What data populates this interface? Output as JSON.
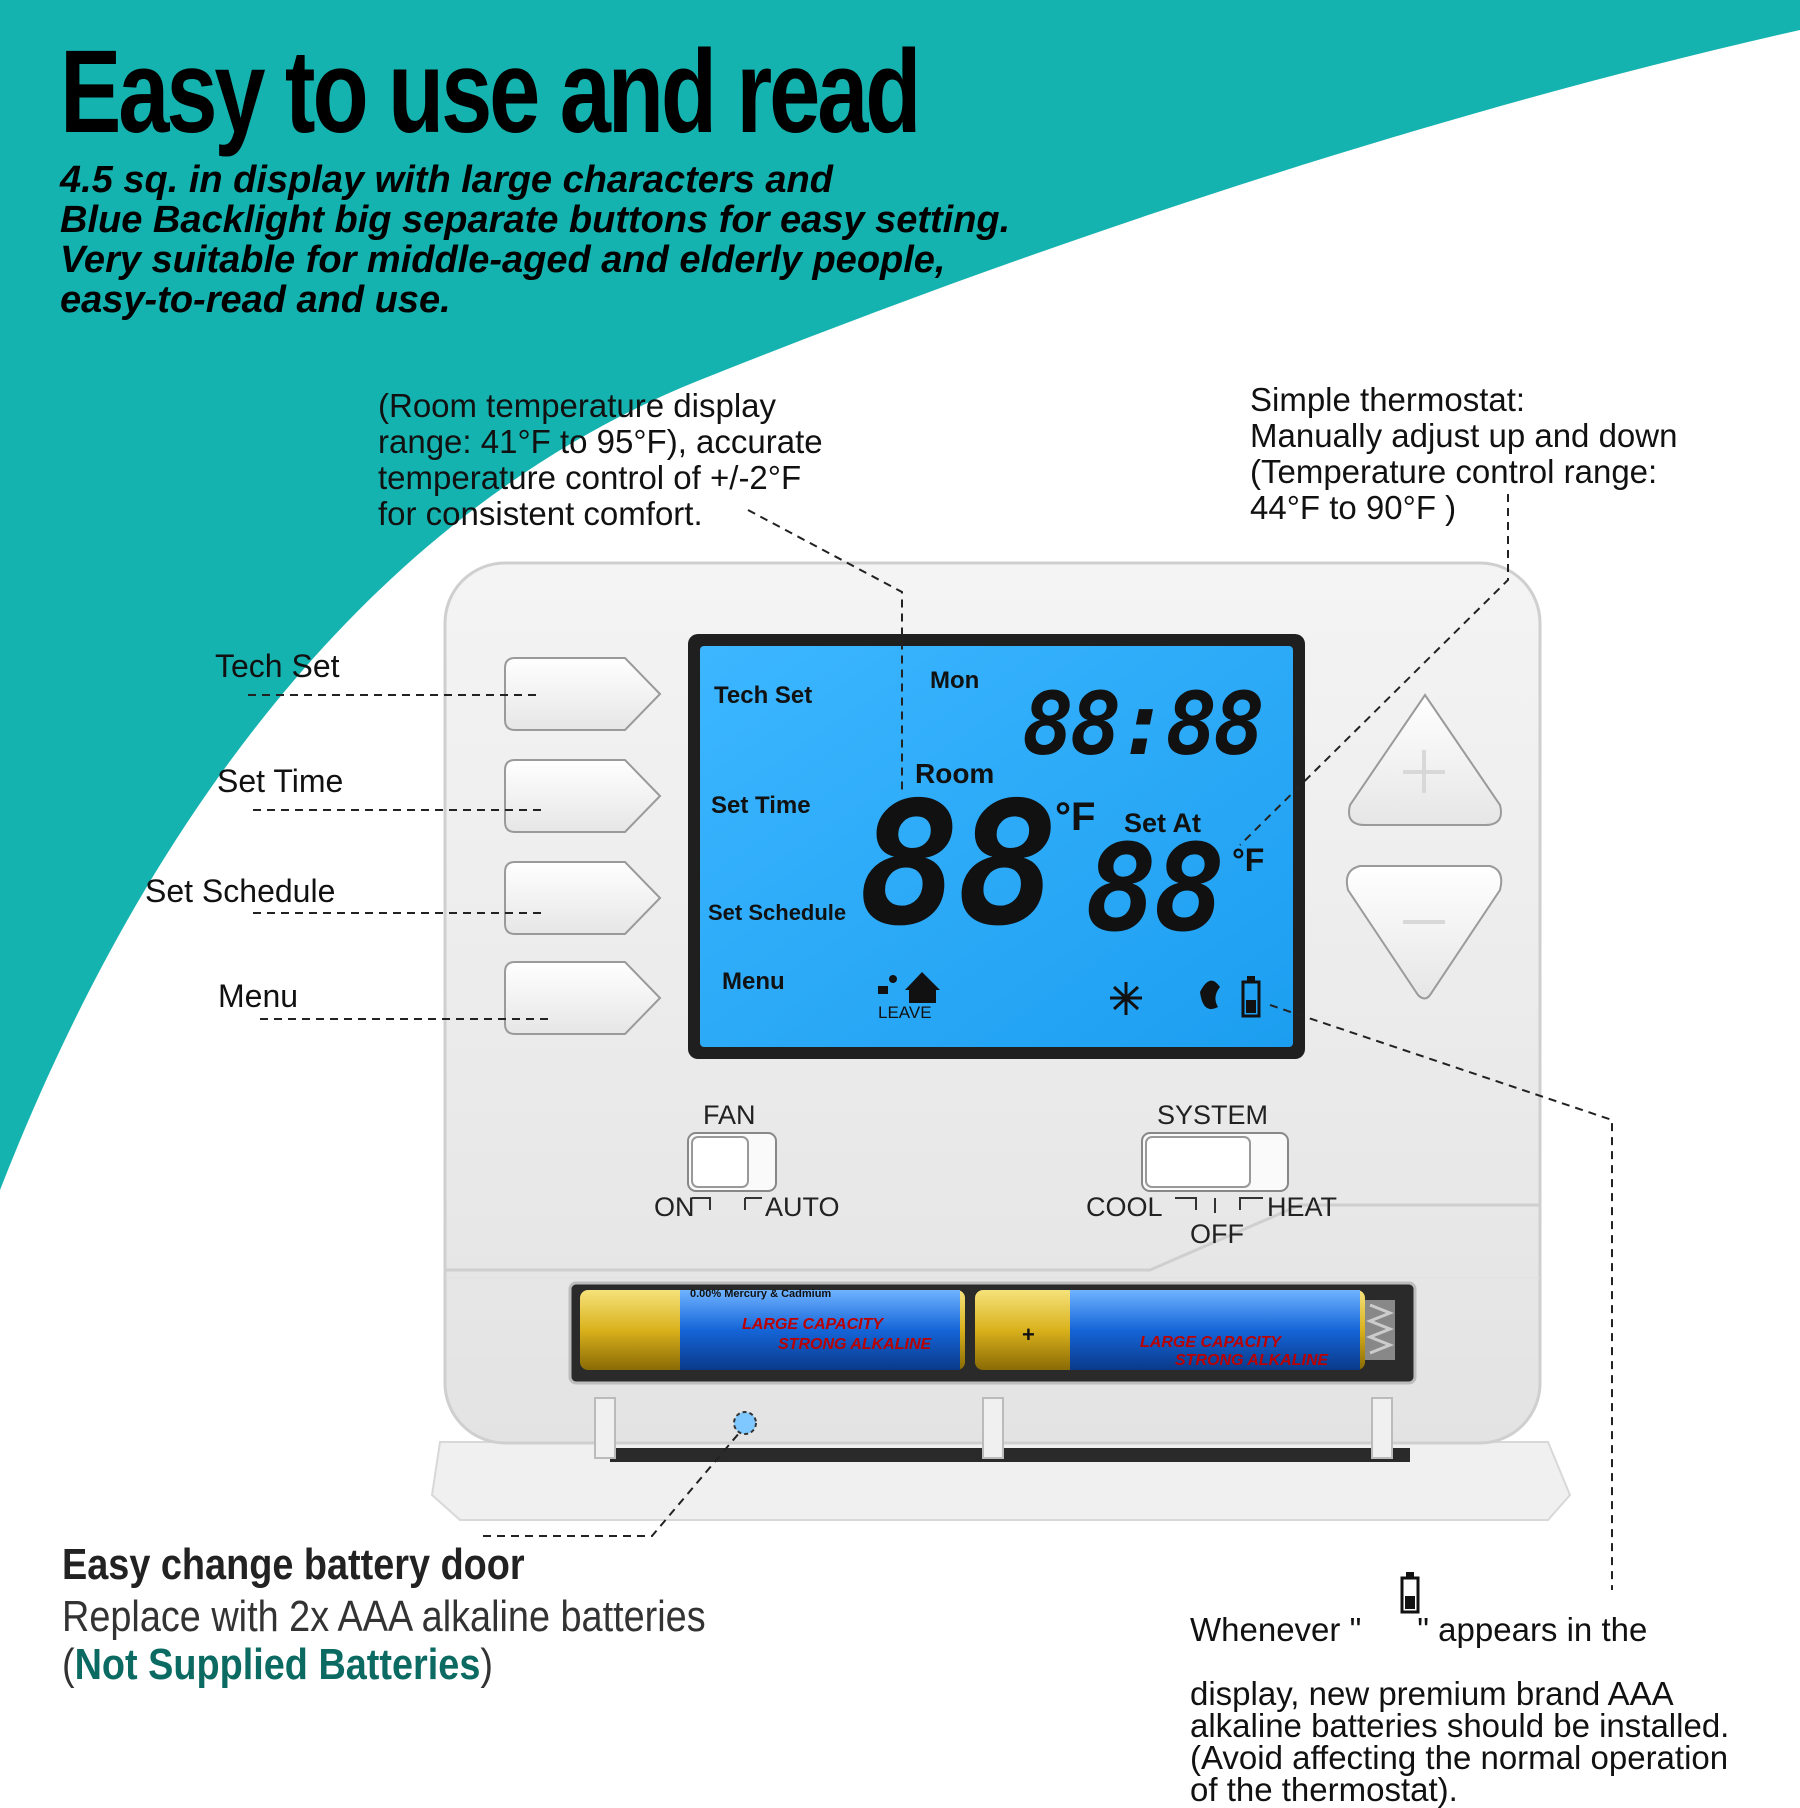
{
  "headline": "Easy to use and read",
  "subhead": "4.5 sq. in display with large characters and\nBlue Backlight big separate buttons for easy setting.\nVery suitable for middle-aged and elderly people,\neasy-to-read and use.",
  "callouts": {
    "room_temp": "(Room temperature display\nrange: 41°F to 95°F), accurate\ntemperature control of +/-2°F\nfor consistent comfort.",
    "simple_thermostat": "Simple thermostat:\nManually adjust up and down\n(Temperature control range:\n44°F to 90°F )",
    "battery_warning_before": "Whenever \"",
    "battery_warning_after": "\" appears in the",
    "battery_warning_rest": "display, new premium brand AAA\nalkaline batteries should be installed.\n(Avoid affecting the normal operation\nof the thermostat)."
  },
  "side_buttons": [
    {
      "label": "Tech Set"
    },
    {
      "label": "Set Time"
    },
    {
      "label": "Set Schedule"
    },
    {
      "label": "Menu"
    }
  ],
  "lcd": {
    "day": "Mon",
    "clock": "88:88",
    "room_label": "Room",
    "room_value": "88",
    "unit": "°F",
    "set_at_label": "Set  At",
    "set_value": "88",
    "tech_set": "Tech Set",
    "set_time": "Set Time",
    "set_schedule": "Set Schedule",
    "menu": "Menu",
    "leave": "LEAVE"
  },
  "switches": {
    "fan_title": "FAN",
    "fan_on": "ON",
    "fan_auto": "AUTO",
    "system_title": "SYSTEM",
    "cool": "COOL",
    "off": "OFF",
    "heat": "HEAT"
  },
  "battery_labels": {
    "mercury": "0.00% Mercury & Cadmium",
    "large_capacity": "LARGE CAPACITY",
    "strong_alkaline": "STRONG ALKALINE",
    "plus": "+"
  },
  "battery_door": {
    "title": "Easy change battery door",
    "subtitle": "Replace with 2x AAA alkaline batteries",
    "note_open": "(",
    "note_highlight": "Not Supplied Batteries",
    "note_close": ")"
  },
  "colors": {
    "teal": "#15b3b0",
    "lcd_blue": "#28a9f5",
    "highlight": "#0b6b63"
  }
}
